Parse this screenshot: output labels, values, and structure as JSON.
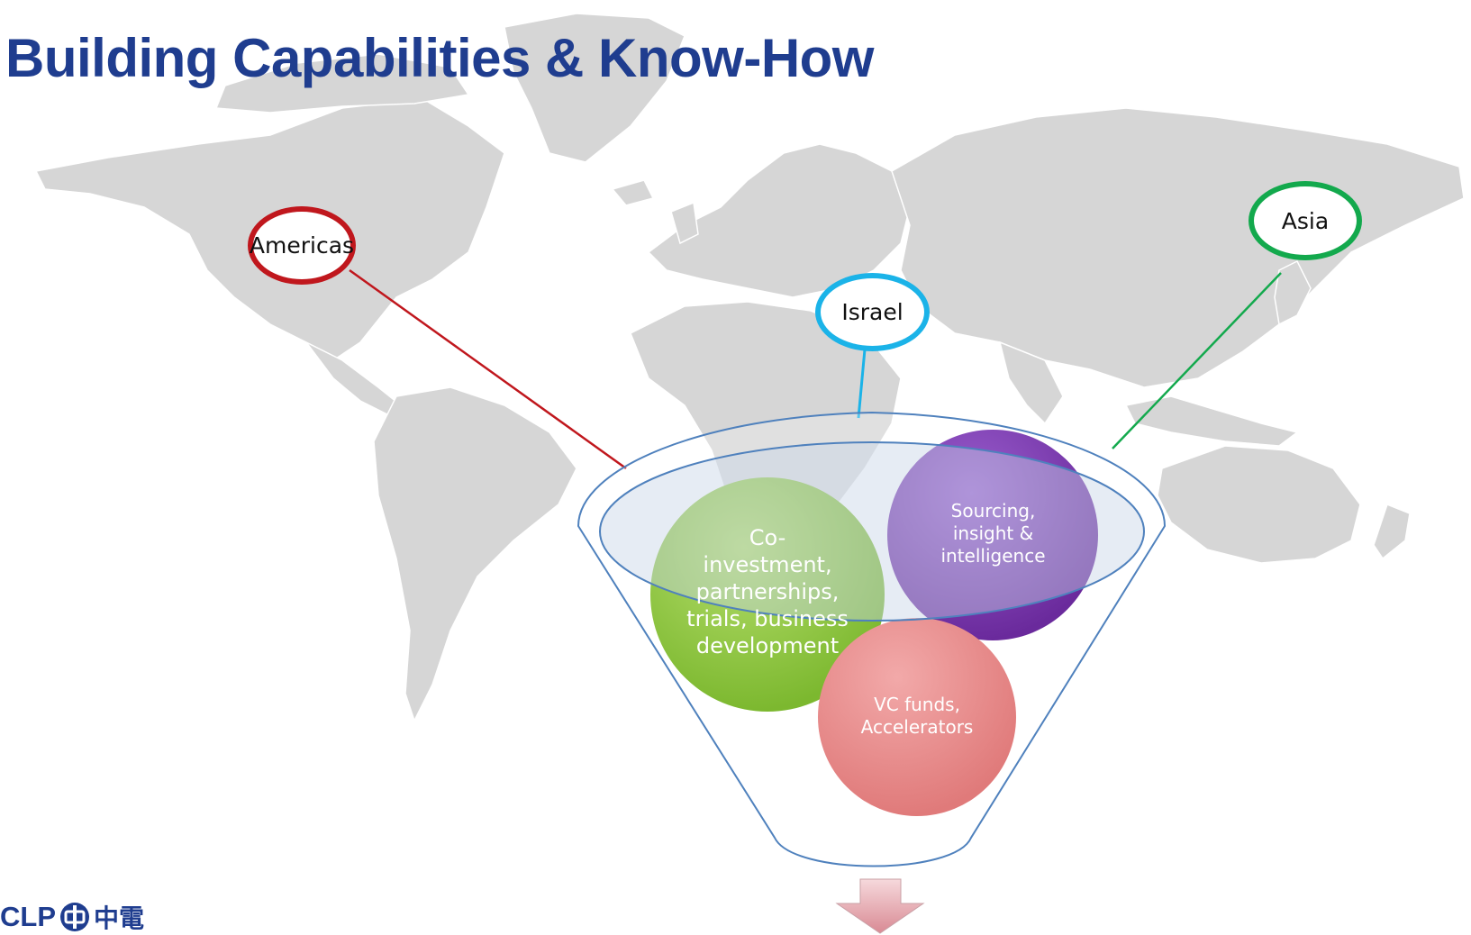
{
  "title": "Building Capabilities & Know-How",
  "regions": {
    "americas": "Americas",
    "israel": "Israel",
    "asia": "Asia"
  },
  "bubbles": {
    "coinvestment": "Co-\ninvestment,\npartnerships,\ntrials, business\ndevelopment",
    "sourcing": "Sourcing,\ninsight &\nintelligence",
    "vc": "VC funds,\nAccelerators"
  },
  "logo": {
    "latin": "CLP",
    "chinese": "中電"
  },
  "colors": {
    "title": "#1F3D8F",
    "americas": "#C0171D",
    "israel": "#1BB3E8",
    "asia": "#13A94D",
    "green_bubble": "#8DC63F",
    "purple_bubble": "#7030A0",
    "pink_bubble": "#E88A8A",
    "funnel_outline": "#4F81BD",
    "map_land": "#D6D6D6"
  }
}
